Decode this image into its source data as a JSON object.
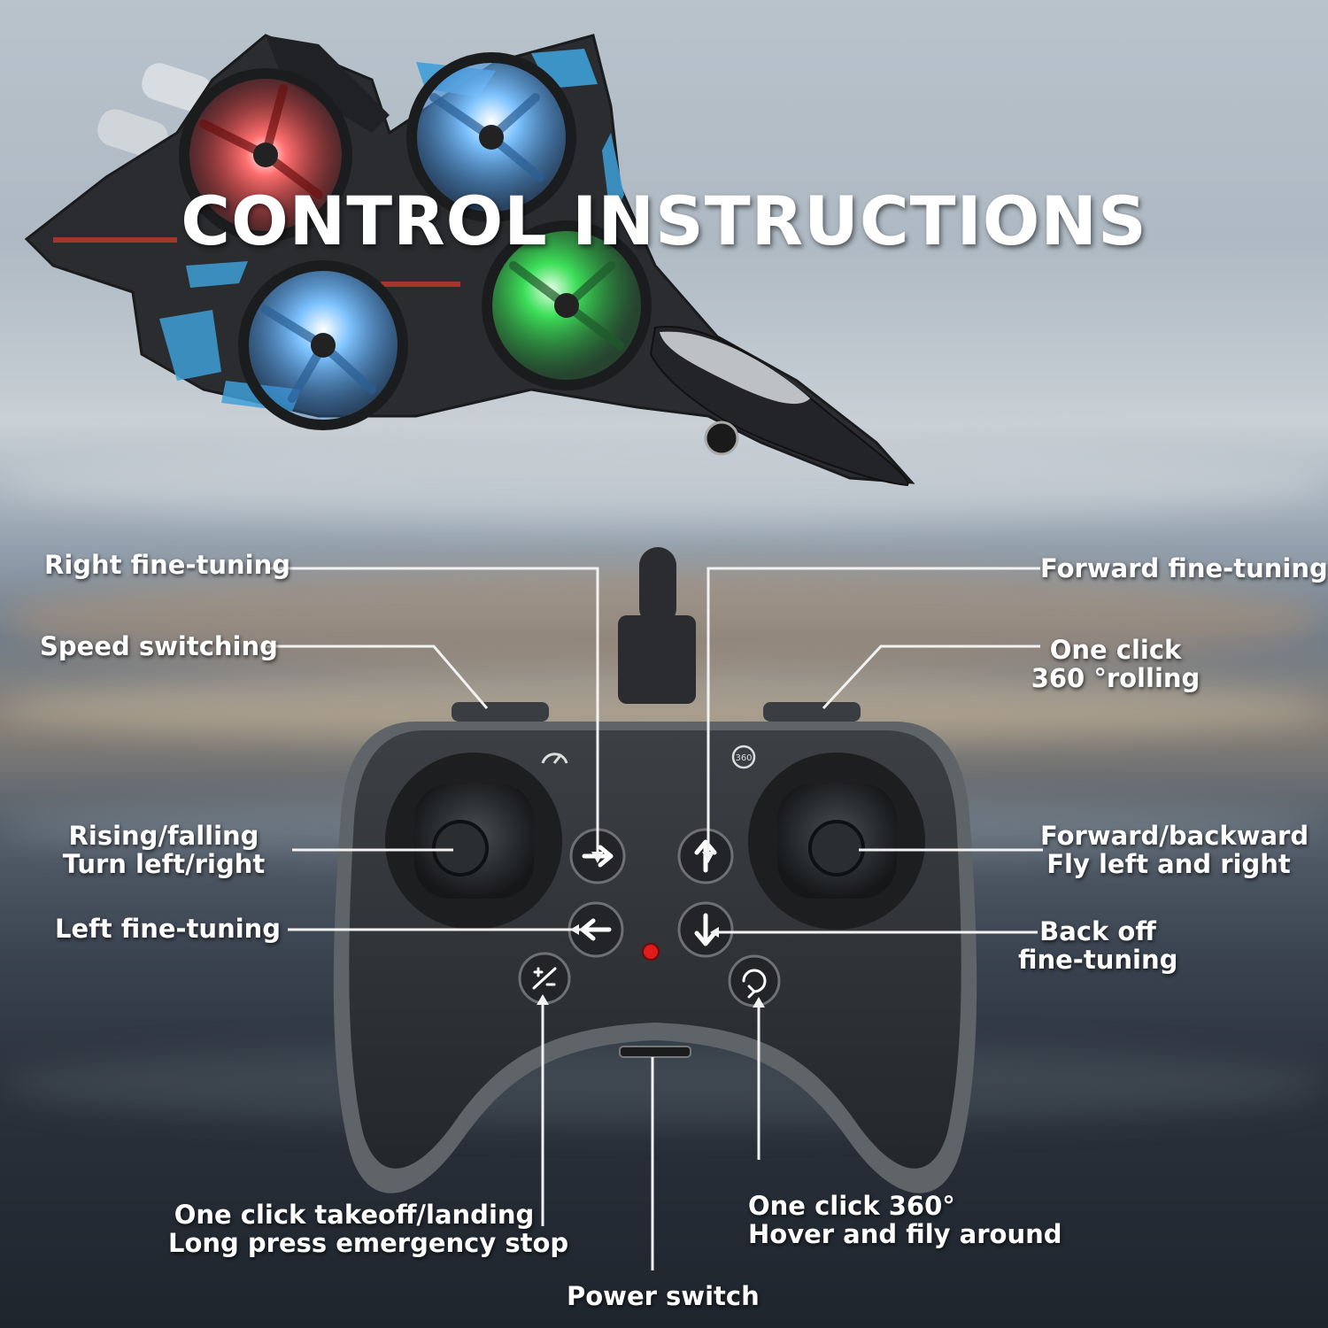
{
  "title": "CONTROL INSTRUCTIONS",
  "labels": {
    "right_fine_tuning": "Right fine-tuning",
    "speed_switching": "Speed switching",
    "rising_falling": "Rising/falling",
    "turn_left_right": "Turn left/right",
    "left_fine_tuning": "Left fine-tuning",
    "forward_fine_tuning": "Forward fine-tuning",
    "one_click": "One click",
    "rolling_360": "360 °rolling",
    "forward_backward": "Forward/backward",
    "fly_left_right": "Fly left and right",
    "back_off": "Back off",
    "fine_tuning": "fine-tuning",
    "takeoff_landing": "One click takeoff/landing",
    "emergency_stop": "Long press emergency stop",
    "power_switch": "Power switch",
    "hover_360": "One click 360°",
    "hover_around": "Hover and fily around"
  },
  "colors": {
    "led_red": "#ff3a3a",
    "led_blue": "#4aa8ff",
    "led_green": "#3ee05a",
    "camo_blue": "#3e9fd6",
    "controller": "#2f3236"
  },
  "icons": [
    "arrow-right-icon",
    "arrow-up-icon",
    "arrow-left-icon",
    "arrow-down-icon",
    "speed-icon",
    "rolling-360-icon",
    "takeoff-landing-icon",
    "hover-360-icon"
  ]
}
